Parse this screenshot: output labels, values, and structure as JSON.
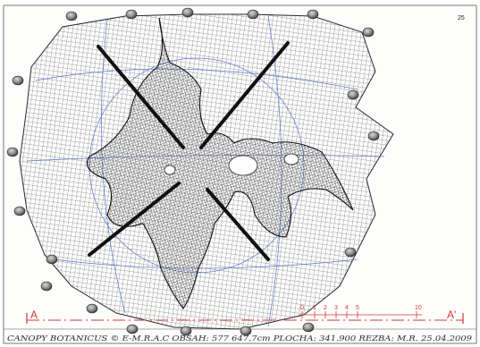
{
  "page_number": "25",
  "section_marks": {
    "left": "A",
    "right": "A'"
  },
  "scale_marks": [
    "0",
    "1",
    "2",
    "3",
    "4",
    "5",
    "10"
  ],
  "title_block": "CANOPY BOTANICUS © E-M.R.A.C  OBSAH: 577 647.7cm  PLOCHA: 341.900 REZBA: M.R. 25.04.2009",
  "colors": {
    "ink": "#1b1b1f",
    "grid_ink": "#3a3a44",
    "blue_pencil": "#3d63c9",
    "red_pencil": "#d43a3a",
    "paper": "#fdfdfb"
  },
  "icons": {
    "anchor": "gray-sphere-anchor",
    "rod": "diagonal-support-rod"
  }
}
